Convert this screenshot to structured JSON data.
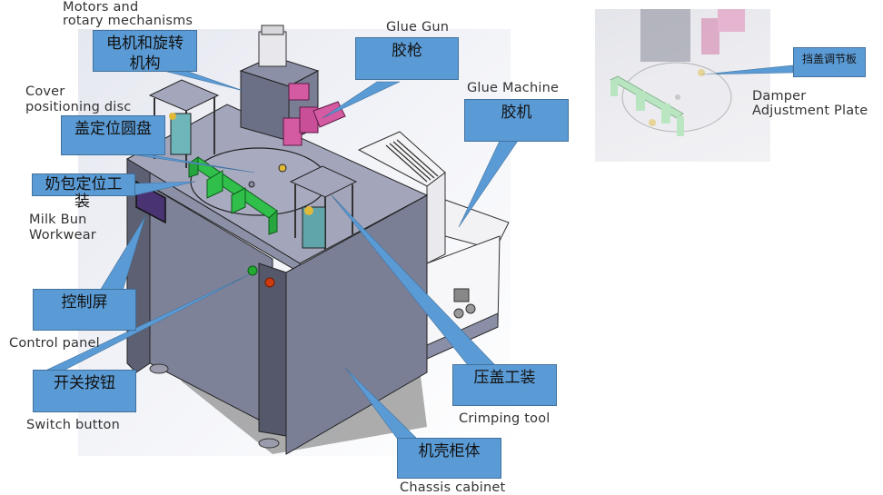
{
  "diagram": {
    "subject": "Glue dispensing / crimping machine assembly",
    "colors": {
      "callout_fill": "#5b9bd5",
      "callout_border": "#41719c",
      "cabinet": "#7b7f96",
      "glue_gun": "#d45aa2",
      "fixture_green": "#2fbf4a",
      "cover_box": "#6fb6bb",
      "screen": "#4a3372",
      "switch_green": "#22aa33",
      "switch_red": "#cc3a10"
    },
    "callouts": [
      {
        "id": "motors",
        "zh": "电机和旋转机构",
        "en": "Motors and rotary mechanisms"
      },
      {
        "id": "glue_gun",
        "zh": "胶枪",
        "en": "Glue Gun"
      },
      {
        "id": "glue_machine",
        "zh": "胶机",
        "en": "Glue Machine"
      },
      {
        "id": "cover_disc",
        "zh": "盖定位圆盘",
        "en": "Cover positioning disc"
      },
      {
        "id": "milk_bun",
        "zh": "奶包定位工装",
        "en": "Milk Bun Workwear"
      },
      {
        "id": "control_panel",
        "zh": "控制屏",
        "en": "Control panel"
      },
      {
        "id": "switch_button",
        "zh": "开关按钮",
        "en": "Switch button"
      },
      {
        "id": "crimping_tool",
        "zh": "压盖工装",
        "en": "Crimping tool"
      },
      {
        "id": "chassis",
        "zh": "机壳柜体",
        "en": "Chassis cabinet"
      },
      {
        "id": "damper_plate",
        "zh": "挡盖调节板",
        "en": "Damper Adjustment Plate"
      }
    ],
    "labels": {
      "motors_en_1": "Motors and",
      "motors_en_2": "rotary mechanisms",
      "motors_zh_1": "电机和旋转",
      "motors_zh_2": "机构",
      "glue_gun_en": "Glue Gun",
      "glue_gun_zh": "胶枪",
      "glue_machine_en": "Glue Machine",
      "glue_machine_zh": "胶机",
      "cover_disc_en_1": "Cover",
      "cover_disc_en_2": "positioning disc",
      "cover_disc_zh": "盖定位圆盘",
      "milk_bun_zh_1": "奶包定位工",
      "milk_bun_zh_2": "装",
      "milk_bun_en_1": "Milk Bun",
      "milk_bun_en_2": "Workwear",
      "control_panel_zh": "控制屏",
      "control_panel_en": "Control panel",
      "switch_zh": "开关按钮",
      "switch_en": "Switch button",
      "crimping_zh": "压盖工装",
      "crimping_en": "Crimping tool",
      "chassis_zh": "机壳柜体",
      "chassis_en": "Chassis cabinet",
      "damper_zh": "挡盖调节板",
      "damper_en_1": "Damper",
      "damper_en_2": "Adjustment Plate"
    }
  }
}
